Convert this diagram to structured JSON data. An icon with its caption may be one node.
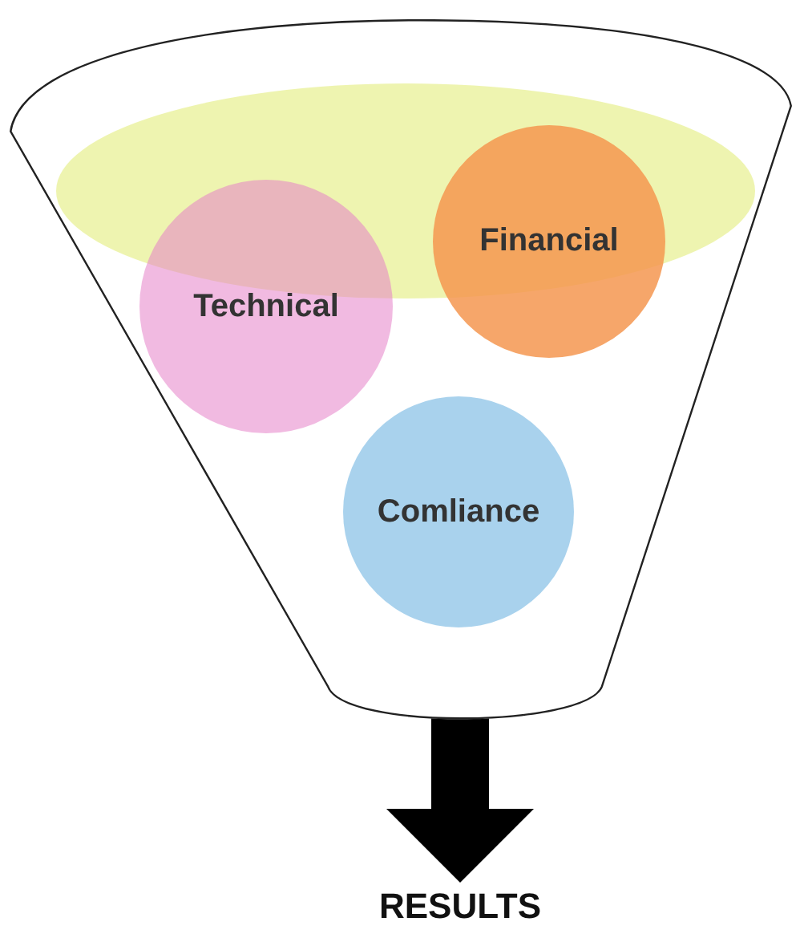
{
  "diagram": {
    "nodes": [
      {
        "text": [],
        "shape": "funnel"
      },
      {
        "text": [],
        "shape": "ellipse",
        "in": 0
      },
      {
        "text": [
          "Technical"
        ],
        "in": 0
      },
      {
        "text": [
          "Financial"
        ],
        "in": 0
      },
      {
        "text": [
          "Comliance"
        ],
        "in": 0
      },
      {
        "text": [
          "RESULTS"
        ]
      }
    ],
    "edges": [
      {
        "from": 0,
        "to": 5,
        "arrow": "to"
      }
    ]
  }
}
